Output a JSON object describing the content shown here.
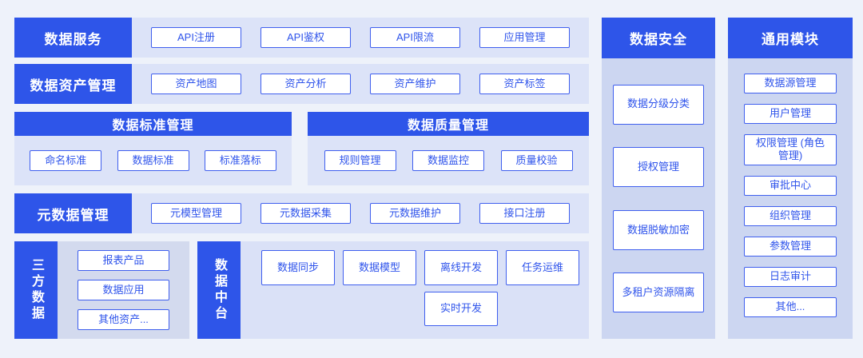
{
  "colors": {
    "primary": "#2e55e9",
    "chip_border": "#3f5fee",
    "chip_text": "#2f54eb",
    "band_bg": "#dce3f8",
    "side_col_bg": "#ccd6f1",
    "page_bg": "#eef2fa"
  },
  "rows": [
    {
      "title": "数据服务",
      "items": [
        "API注册",
        "API鉴权",
        "API限流",
        "应用管理"
      ]
    },
    {
      "title": "数据资产管理",
      "items": [
        "资产地图",
        "资产分析",
        "资产维护",
        "资产标签"
      ]
    }
  ],
  "panels": [
    {
      "title": "数据标准管理",
      "items": [
        "命名标准",
        "数据标准",
        "标准落标"
      ]
    },
    {
      "title": "数据质量管理",
      "items": [
        "规则管理",
        "数据监控",
        "质量校验"
      ]
    }
  ],
  "metadata_row": {
    "title": "元数据管理",
    "items": [
      "元模型管理",
      "元数据采集",
      "元数据维护",
      "接口注册"
    ]
  },
  "bottom": {
    "third_party": {
      "title": "三方数据",
      "items": [
        "报表产品",
        "数据应用",
        "其他资产..."
      ]
    },
    "data_platform": {
      "title": "数据中台",
      "row1": [
        "数据同步",
        "数据模型",
        "离线开发",
        "任务运维"
      ],
      "row2": [
        "实时开发"
      ]
    }
  },
  "side_columns": [
    {
      "title": "数据安全",
      "items": [
        "数据分级分类",
        "授权管理",
        "数据脱敏加密",
        "多租户资源隔离"
      ]
    },
    {
      "title": "通用模块",
      "items": [
        "数据源管理",
        "用户管理",
        "权限管理 (角色管理)",
        "审批中心",
        "组织管理",
        "参数管理",
        "日志审计",
        "其他..."
      ]
    }
  ]
}
